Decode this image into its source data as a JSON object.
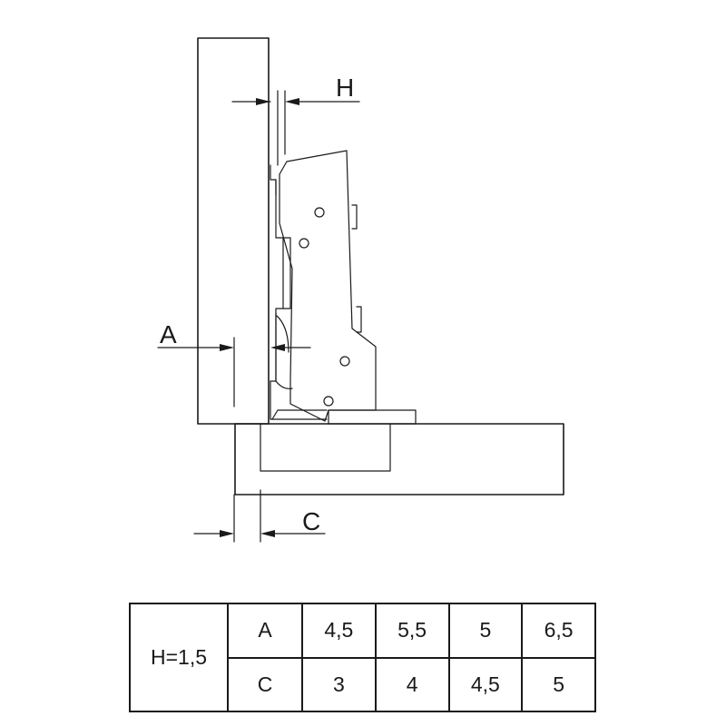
{
  "dimension_labels": {
    "h": "H",
    "a": "A",
    "c": "C"
  },
  "table": {
    "h_label": "H=1,5",
    "rows": [
      {
        "key": "A",
        "values": [
          "4,5",
          "5,5",
          "5",
          "6,5"
        ]
      },
      {
        "key": "C",
        "values": [
          "3",
          "4",
          "4,5",
          "5"
        ]
      }
    ]
  }
}
